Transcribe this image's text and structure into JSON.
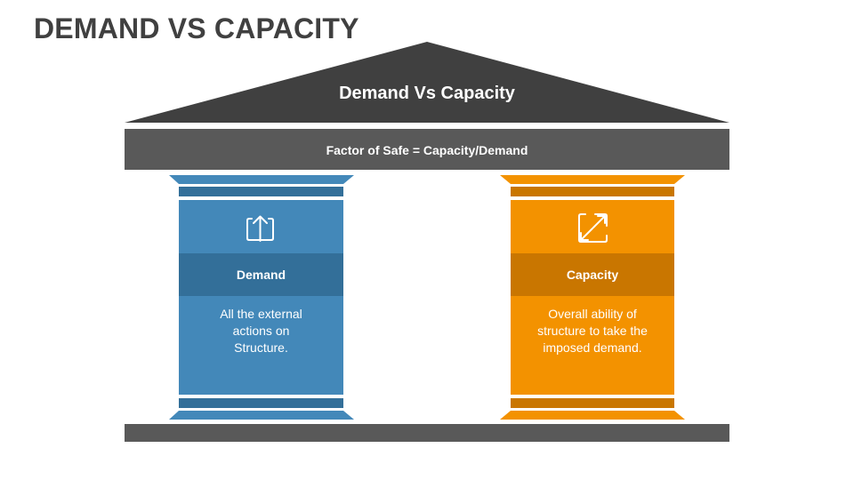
{
  "page": {
    "title": "DEMAND VS CAPACITY"
  },
  "roof": {
    "title": "Demand Vs Capacity"
  },
  "beam": {
    "text": "Factor of Safe = Capacity/Demand"
  },
  "pillars": [
    {
      "label": "Demand",
      "description": "All the external actions on Structure.",
      "icon": "arrow-up-box-icon",
      "color": "#4388b9",
      "dark_color": "#336f99"
    },
    {
      "label": "Capacity",
      "description": "Overall ability of structure to take the imposed demand.",
      "icon": "expand-arrows-icon",
      "color": "#f39200",
      "dark_color": "#c97600"
    }
  ],
  "colors": {
    "structure_gray": "#595959",
    "title_text": "#404040"
  }
}
